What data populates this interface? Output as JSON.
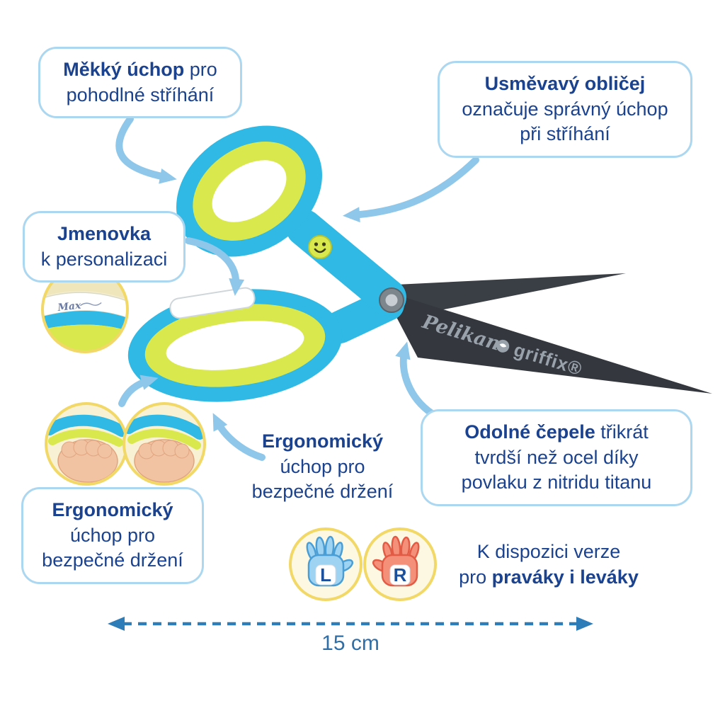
{
  "colors": {
    "text_blue": "#1a428f",
    "callout_border": "#abd7f1",
    "arrow_blue": "#8fc7ea",
    "scissors_cyan": "#2fb9e4",
    "scissors_yellow": "#d9e84c",
    "blade_gray": "#34383e",
    "badge_border_yellow": "#f2d867",
    "badge_fill_yellow": "#fdf7dc",
    "left_hand_blue": "#9fd3f2",
    "right_hand_red": "#f4907a",
    "dimension_blue": "#2e7cb8"
  },
  "callouts": {
    "soft_grip": {
      "line1_bold": "Měkký úchop",
      "line1_rest": " pro",
      "line2": "pohodlné stříhání"
    },
    "smiley": {
      "line1_bold": "Usměvavý obličej",
      "line2": "označuje správný úchop",
      "line3": "při stříhání"
    },
    "nametag": {
      "line1_bold": "Jmenovka",
      "line2": "k personalizaci"
    },
    "ergo_free": {
      "line1_bold": "Ergonomický",
      "line2": "úchop pro",
      "line3": "bezpečné držení"
    },
    "ergo_box": {
      "line1_bold": "Ergonomický",
      "line2": "úchop pro",
      "line3": "bezpečné držení"
    },
    "blades": {
      "line1_bold": "Odolné čepele",
      "line1_rest": " třikrát",
      "line2": "tvrdší než ocel díky",
      "line3": "povlaku z nitridu titanu"
    },
    "versions": {
      "line1": "K dispozici verze",
      "line2_pre": "pro ",
      "line2_bold": "praváky i leváky"
    }
  },
  "scissors": {
    "brand_pelikan": "Pelikan",
    "brand_griffix": "griffix®",
    "nametag_text": "Max"
  },
  "hands": {
    "left_letter": "L",
    "right_letter": "R"
  },
  "dimension": {
    "label": "15 cm"
  }
}
